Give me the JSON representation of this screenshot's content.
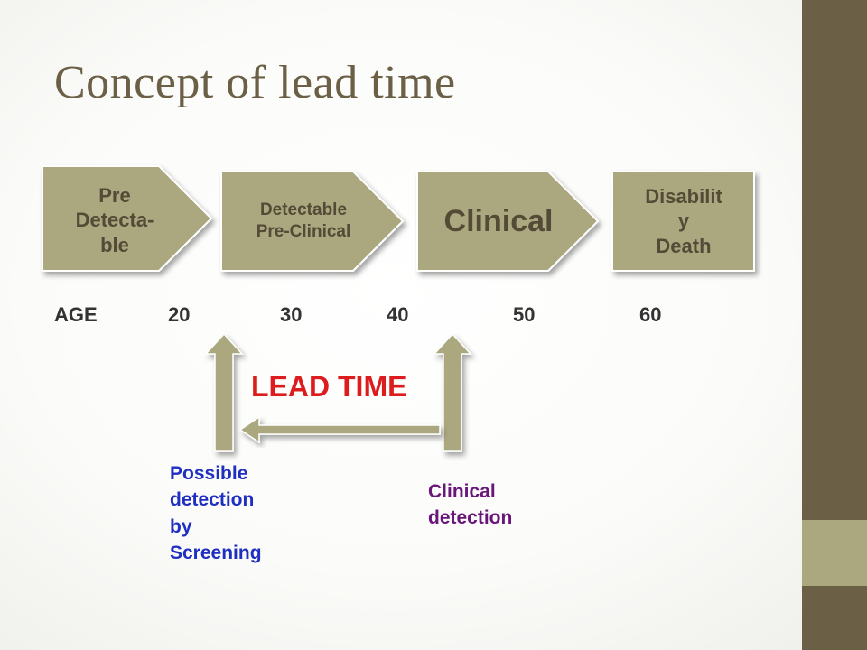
{
  "title": "Concept of lead time",
  "stages": [
    {
      "lines": [
        "Pre",
        "Detecta-",
        "ble"
      ]
    },
    {
      "lines": [
        "Detectable",
        "Pre-Clinical"
      ]
    },
    {
      "lines": [
        "Clinical"
      ]
    },
    {
      "lines": [
        "Disabilit",
        "y",
        "Death"
      ]
    }
  ],
  "age_axis": {
    "label": "AGE",
    "ticks": [
      "20",
      "30",
      "40",
      "50",
      "60"
    ]
  },
  "lead_time_label": "LEAD TIME",
  "screening_label": [
    "Possible",
    "detection",
    "by",
    "Screening"
  ],
  "clinical_detection_label": [
    "Clinical",
    "detection"
  ],
  "colors": {
    "title": "#6b6046",
    "stage_fill": "#aba77f",
    "stage_text": "#544b37",
    "arrow": "#aba77f",
    "lead_time": "#dd1d1d",
    "screening": "#1f2fc2",
    "clinical_detection": "#6a157a",
    "sidebar_dark": "#6b6046",
    "sidebar_light": "#aba77f"
  }
}
